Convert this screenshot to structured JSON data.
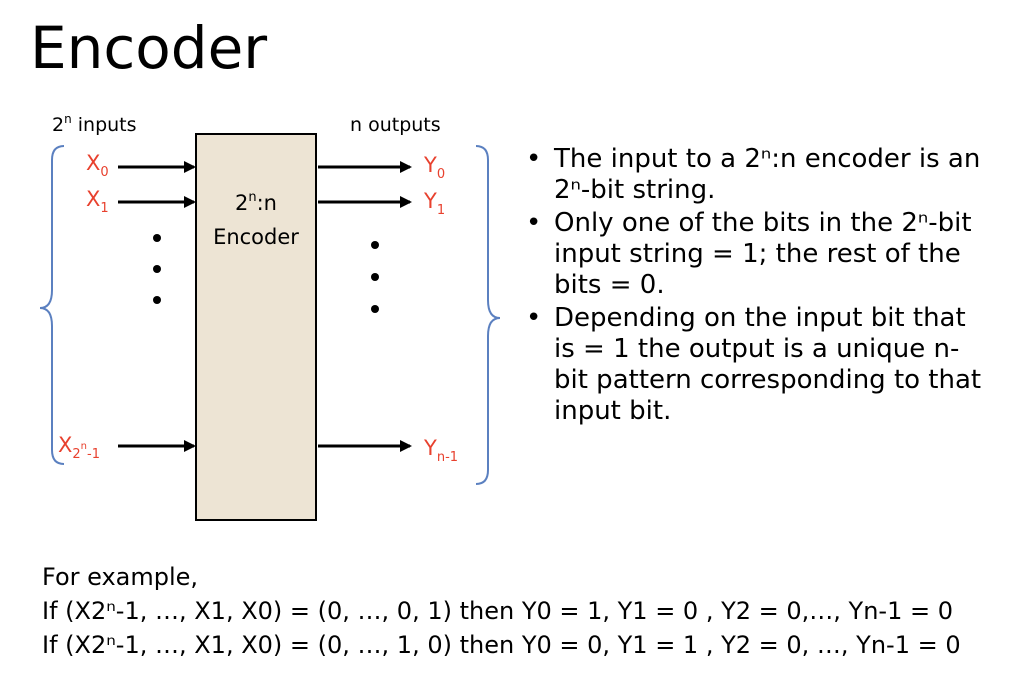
{
  "title": "Encoder",
  "diagram": {
    "inputs_label_base": "2",
    "inputs_label_exp": "n",
    "inputs_label_rest": " inputs",
    "outputs_label": "n outputs",
    "box_line1_base": "2",
    "box_line1_exp": "n",
    "box_line1_rest": ":n",
    "box_line2": "Encoder",
    "inputs": [
      {
        "sym": "X",
        "sub": "0"
      },
      {
        "sym": "X",
        "sub": "1"
      }
    ],
    "last_input": {
      "sym": "X",
      "sub_base": "2",
      "sub_exp": "n",
      "sub_rest": "-1"
    },
    "outputs": [
      {
        "sym": "Y",
        "sub": "0"
      },
      {
        "sym": "Y",
        "sub": "1"
      }
    ],
    "last_output": {
      "sym": "Y",
      "sub": "n-1"
    },
    "colors": {
      "box_fill": "#ede4d4",
      "box_stroke": "#000000",
      "bracket": "#5b80c0",
      "signal_label": "#e8412e"
    }
  },
  "bullets": [
    "The input to a 2ⁿ:n encoder is an 2ⁿ-bit string.",
    "Only one of the bits in the 2ⁿ-bit input string = 1; the rest of the bits = 0.",
    "Depending on the input bit that is  = 1 the output is a unique n-bit pattern corresponding to that input bit."
  ],
  "example": {
    "intro": "For example,",
    "line1": "If (X2ⁿ-1, …, X1, X0) = (0, …, 0, 1) then Y0 = 1, Y1 = 0 , Y2 = 0,…, Yn-1 = 0",
    "line2": "If (X2ⁿ-1, …, X1, X0) = (0, …, 1, 0) then Y0 = 0, Y1 = 1 , Y2 = 0, …, Yn-1 = 0"
  }
}
